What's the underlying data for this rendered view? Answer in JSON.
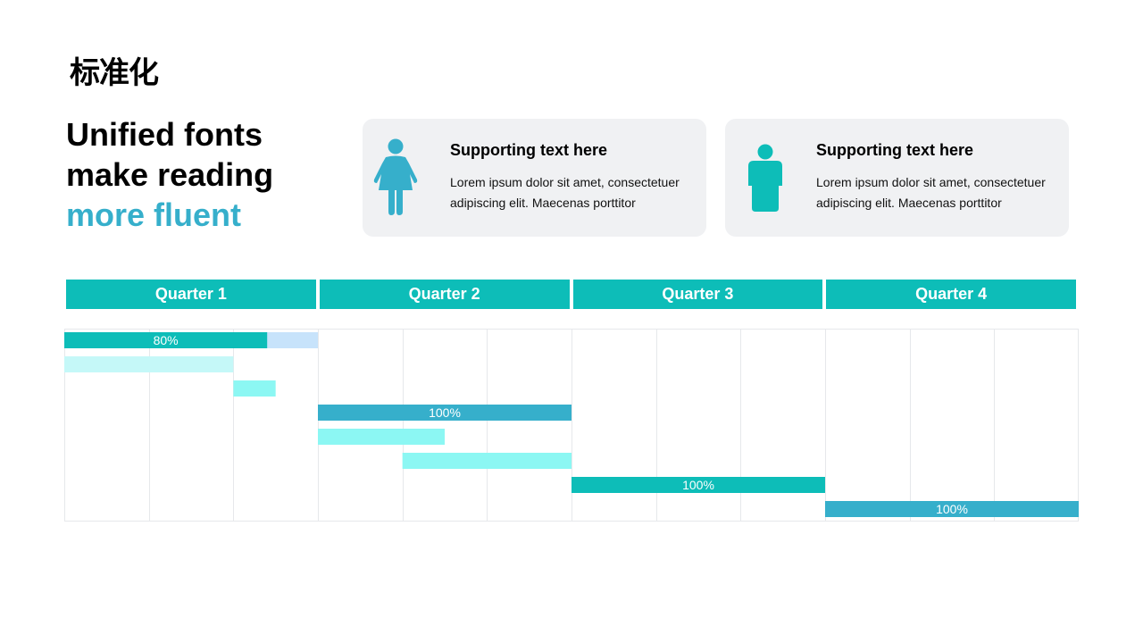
{
  "page_title": "标准化",
  "headline": {
    "line1": "Unified fonts",
    "line2": "make reading",
    "line3": "more fluent"
  },
  "cards": [
    {
      "icon": "female-person-icon",
      "title": "Supporting text here",
      "body": "Lorem ipsum dolor sit amet, consectetuer adipiscing elit. Maecenas porttitor"
    },
    {
      "icon": "male-person-icon",
      "title": "Supporting text here",
      "body": "Lorem ipsum dolor sit amet, consectetuer adipiscing elit. Maecenas porttitor"
    }
  ],
  "colors": {
    "accent_blue": "#36afcb",
    "teal": "#0dbdb8",
    "light_aqua": "#8cf7f3",
    "pale_aqua": "#c5f8f8",
    "pale_blue": "#c7e3fb",
    "card_bg": "#f0f1f3",
    "grid": "#e6e8eb"
  },
  "chart_data": {
    "type": "gantt",
    "columns": 12,
    "categories": [
      "Quarter 1",
      "Quarter 2",
      "Quarter 3",
      "Quarter 4"
    ],
    "tasks": [
      {
        "start": 0,
        "end": 3,
        "progress": 0.8,
        "label": "80%",
        "color": "#0dbdb8",
        "remainder_color": "#c7e3fb"
      },
      {
        "start": 0,
        "end": 2,
        "color": "#c5f8f8"
      },
      {
        "start": 2,
        "end": 2.5,
        "color": "#8cf7f3"
      },
      {
        "start": 3,
        "end": 6,
        "progress": 1.0,
        "label": "100%",
        "color": "#36afcb"
      },
      {
        "start": 3,
        "end": 4.5,
        "color": "#8cf7f3"
      },
      {
        "start": 4,
        "end": 6,
        "color": "#8cf7f3"
      },
      {
        "start": 6,
        "end": 9,
        "progress": 1.0,
        "label": "100%",
        "color": "#0dbdb8"
      },
      {
        "start": 9,
        "end": 12,
        "progress": 1.0,
        "label": "100%",
        "color": "#36afcb"
      }
    ]
  }
}
